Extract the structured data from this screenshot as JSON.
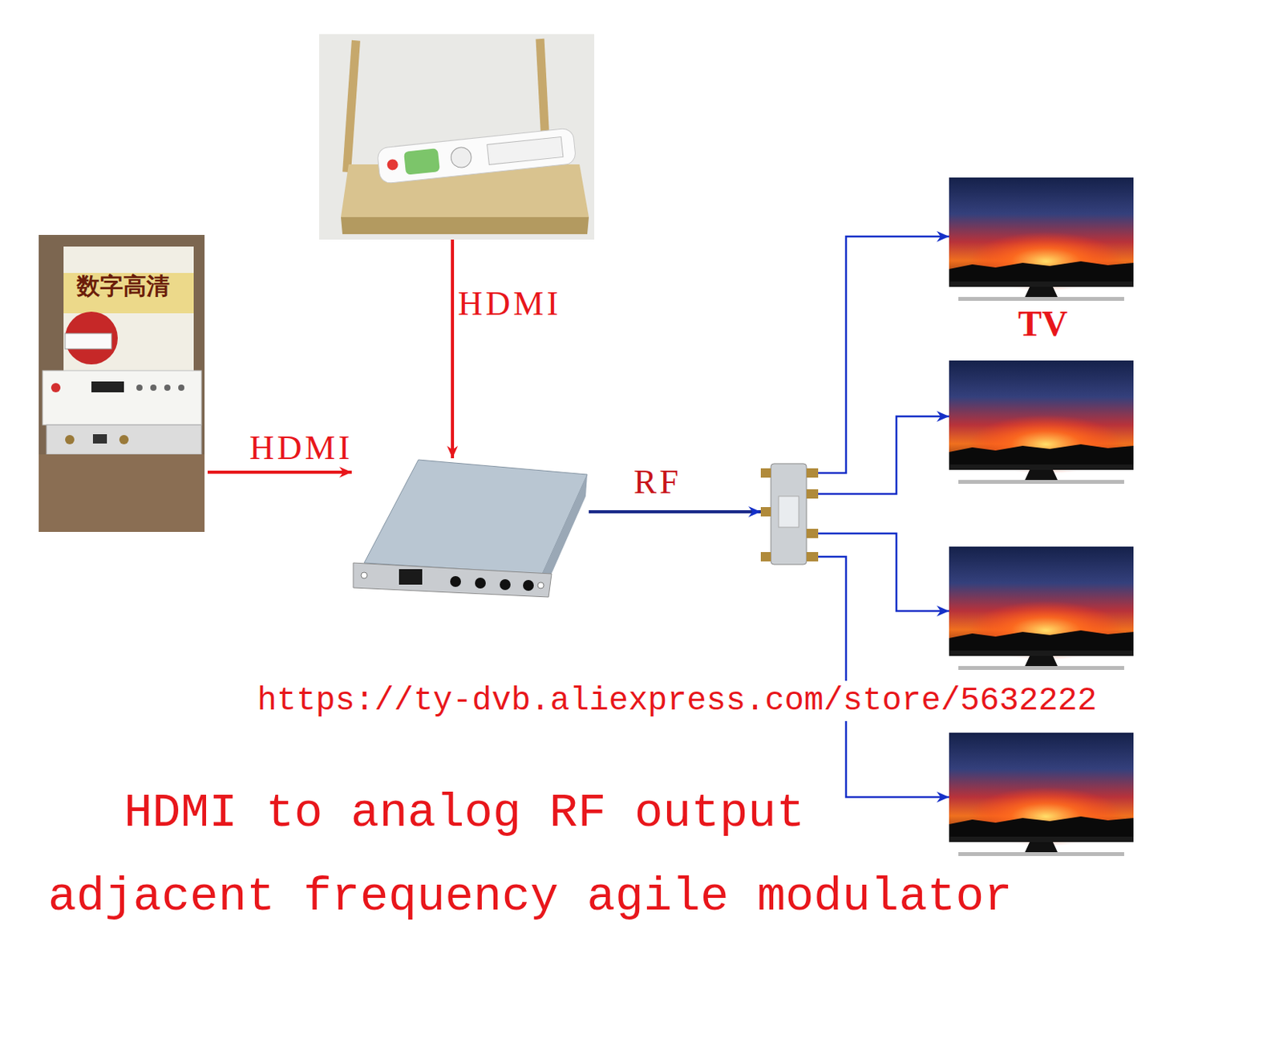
{
  "diagram": {
    "nodes": [
      {
        "text": []
      },
      {
        "text": [
          "数字高清"
        ]
      },
      {
        "text": []
      },
      {
        "text": []
      },
      {
        "text": [
          "TV"
        ]
      },
      {
        "text": []
      },
      {
        "text": []
      },
      {
        "text": []
      }
    ],
    "edges": [
      {
        "from": 0,
        "to": 2,
        "arrow": "to",
        "label": "HDMI"
      },
      {
        "from": 1,
        "to": 2,
        "arrow": "to",
        "label": "HDMI"
      },
      {
        "from": 2,
        "to": 3,
        "arrow": "to",
        "label": "RF"
      },
      {
        "from": 3,
        "to": 4,
        "arrow": "to"
      },
      {
        "from": 3,
        "to": 5,
        "arrow": "to"
      },
      {
        "from": 3,
        "to": 6,
        "arrow": "to"
      },
      {
        "from": 3,
        "to": 7,
        "arrow": "to"
      }
    ],
    "labels": [
      "https://ty-dvb.aliexpress.com/store/5632222",
      "HDMI to analog RF output",
      "adjacent frequency agile modulator"
    ]
  }
}
